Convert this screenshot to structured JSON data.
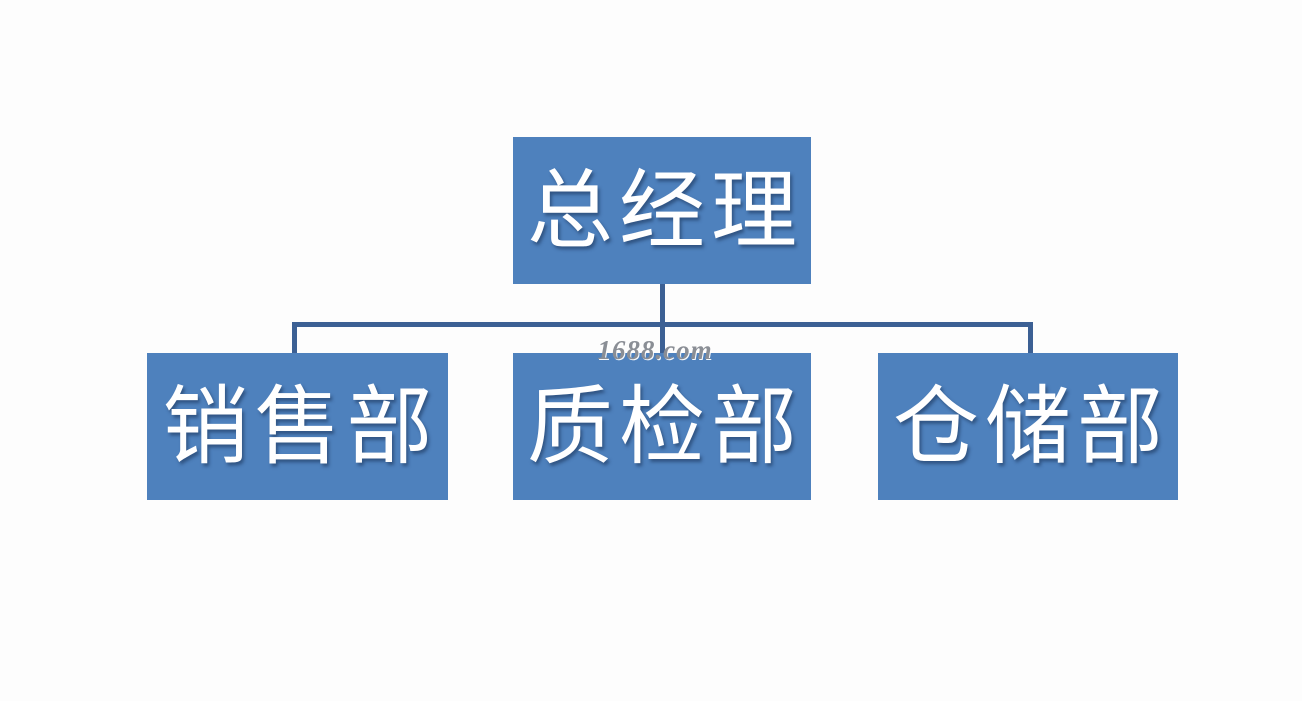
{
  "diagram": {
    "type": "organization-chart",
    "background_color": "#fdfdfd",
    "node_fill_color": "#4e81bd",
    "node_text_color": "#ffffff",
    "connector_color": "#3c6094",
    "root": {
      "id": "general-manager",
      "label": "总经理"
    },
    "children": [
      {
        "id": "sales-department",
        "label": "销售部"
      },
      {
        "id": "quality-inspection-department",
        "label": "质检部"
      },
      {
        "id": "warehouse-department",
        "label": "仓储部"
      }
    ]
  },
  "watermark": {
    "text": "1688.com",
    "color": "#8a8e95"
  }
}
